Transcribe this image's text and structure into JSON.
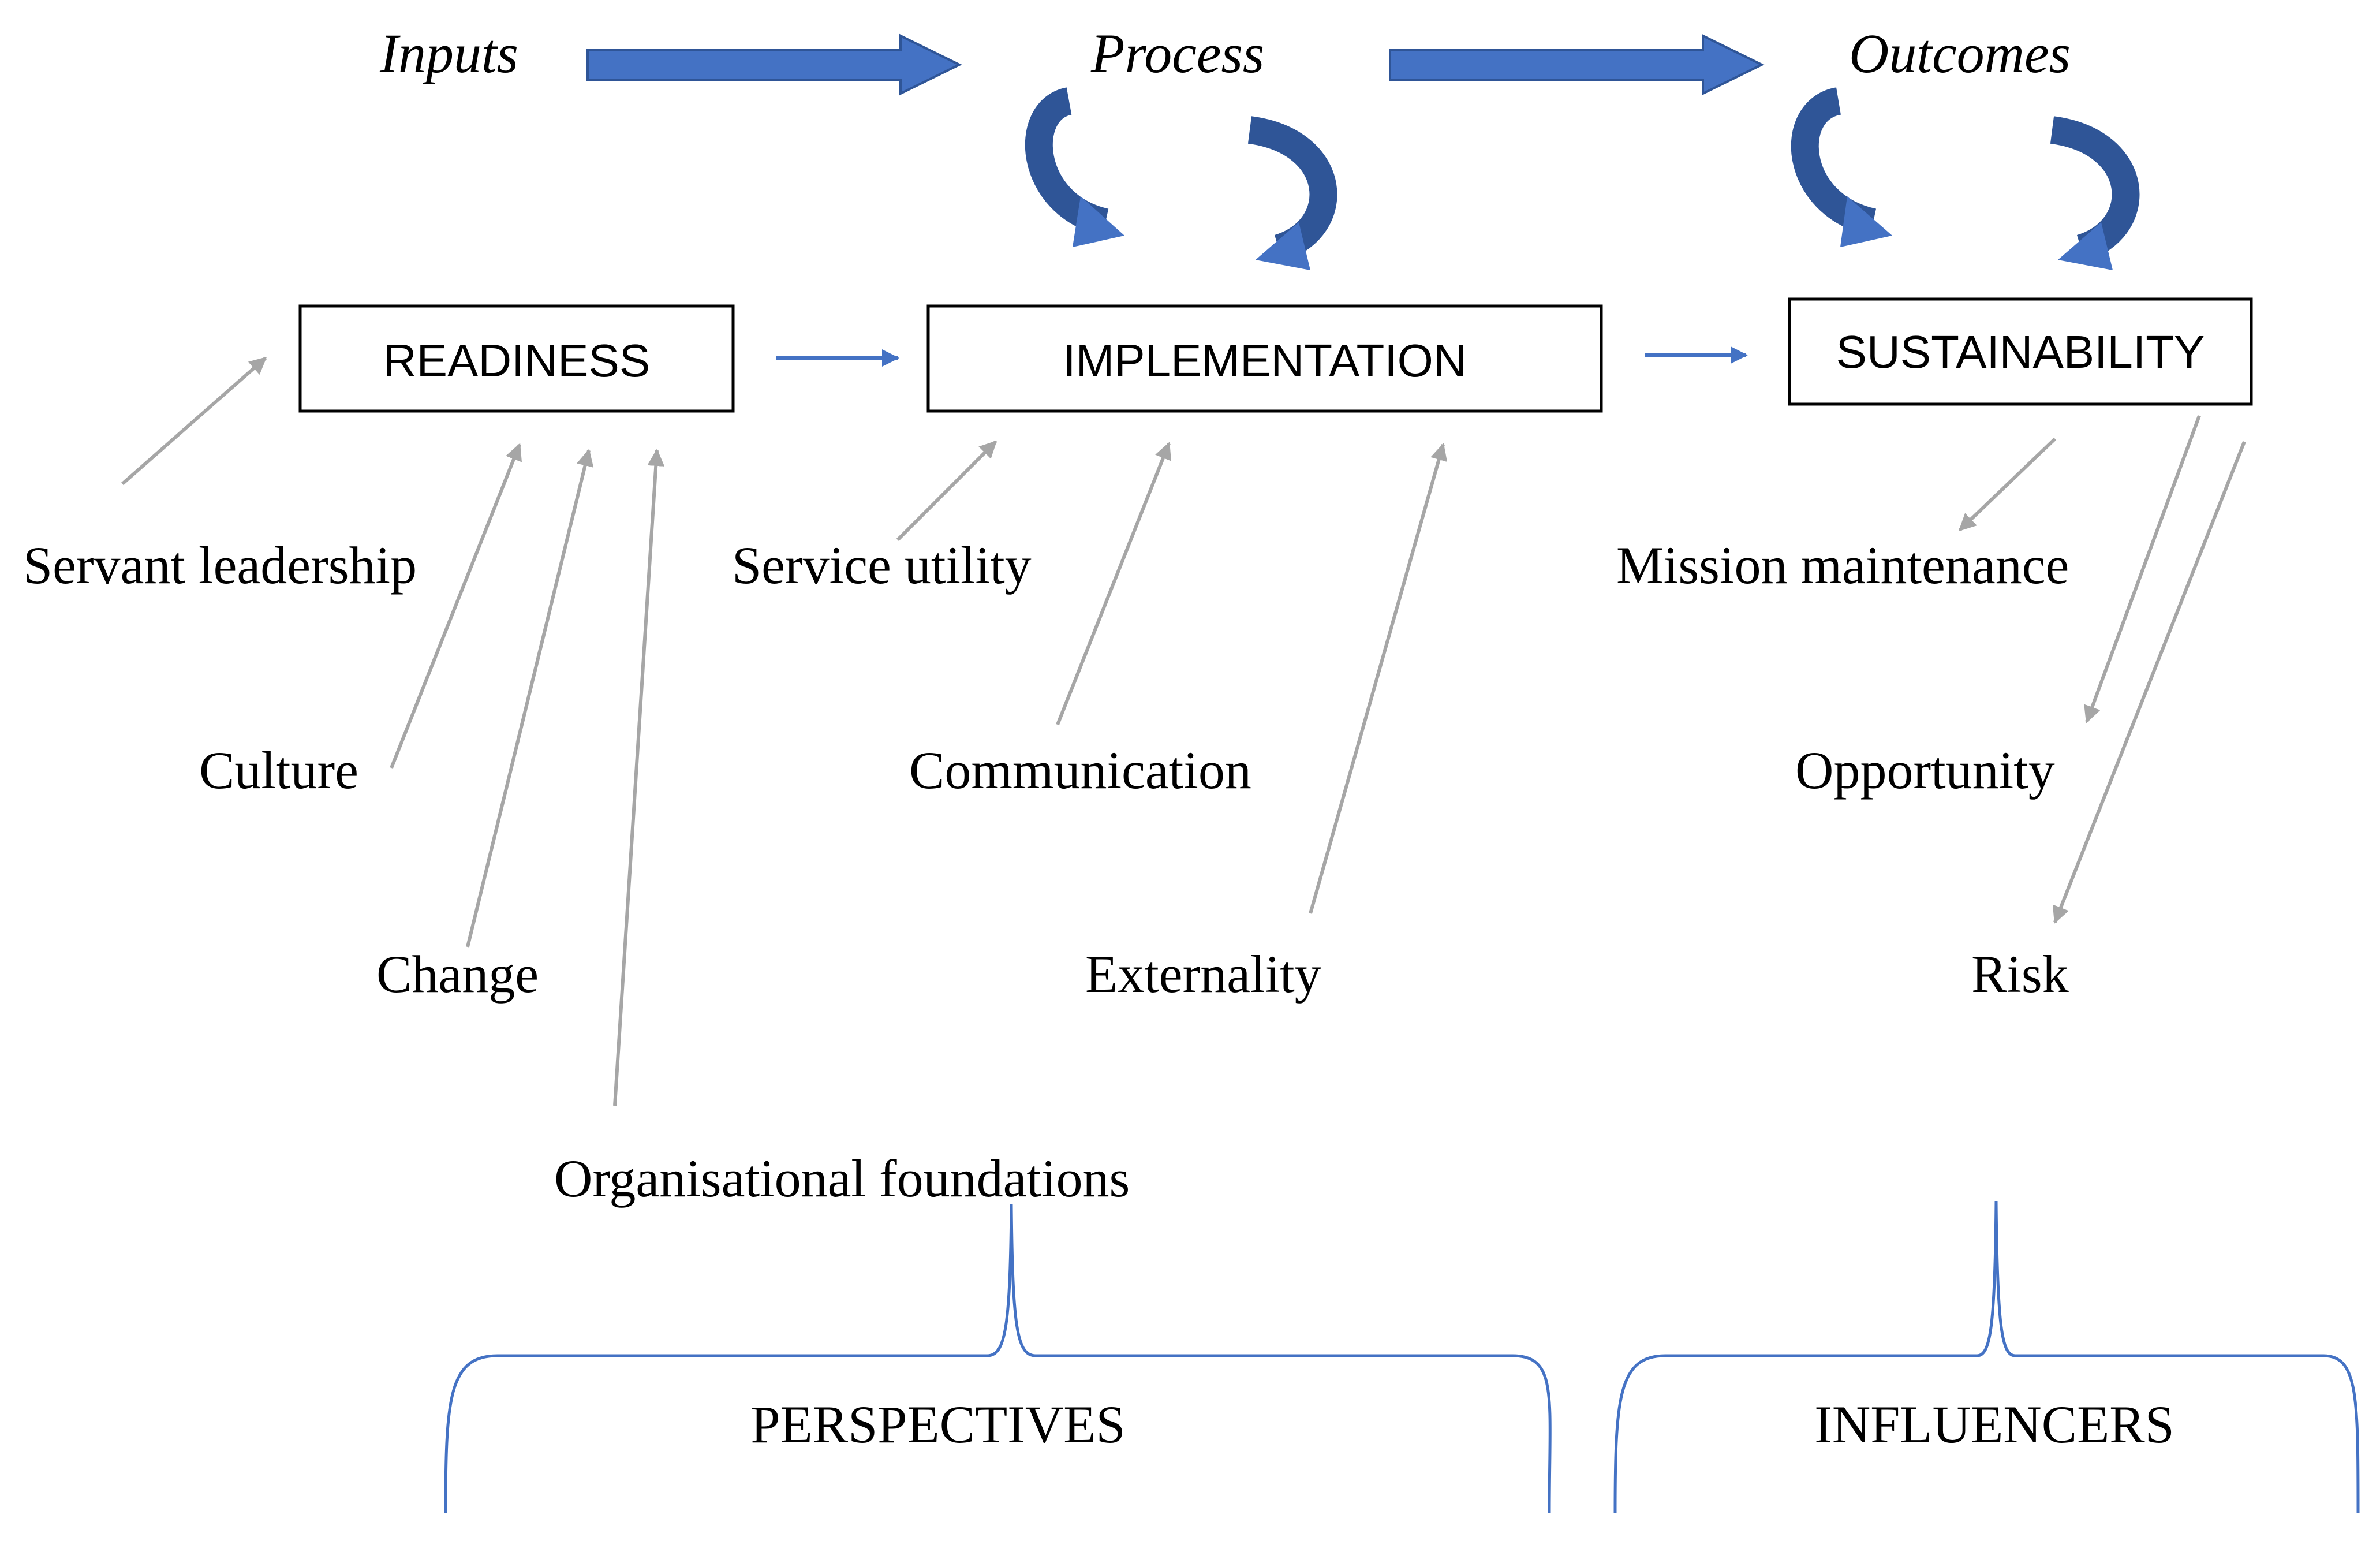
{
  "stages": {
    "inputs": "Inputs",
    "process": "Process",
    "outcomes": "Outcomes"
  },
  "boxes": {
    "readiness": "READINESS",
    "implementation": "IMPLEMENTATION",
    "sustainability": "SUSTAINABILITY"
  },
  "factors": {
    "servant_leadership": "Servant leadership",
    "culture": "Culture",
    "change": "Change",
    "organisational_foundations": "Organisational foundations",
    "service_utility": "Service utility",
    "communication": "Communication",
    "externality": "Externality",
    "mission_maintenance": "Mission maintenance",
    "opportunity": "Opportunity",
    "risk": "Risk"
  },
  "groups": {
    "perspectives": "PERSPECTIVES",
    "influencers": "INFLUENCERS"
  },
  "colors": {
    "big_arrow": "#4472C4",
    "big_arrow_edge": "#2F5597",
    "small_arrow": "#4472C4",
    "grey_arrow": "#A6A6A6",
    "brace": "#4472C4"
  }
}
